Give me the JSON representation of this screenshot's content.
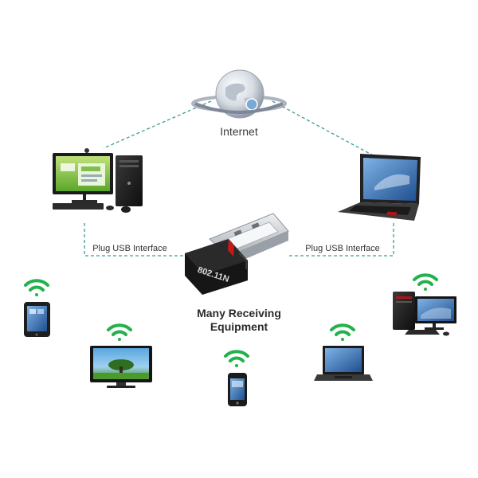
{
  "internet_label": "Internet",
  "left_interface_label": "Plug USB Interface",
  "right_interface_label": "Plug USB Interface",
  "adapter_label": "802.11N",
  "receivers_label": {
    "line1": "Many Receiving",
    "line2": "Equipment"
  },
  "colors": {
    "dashed_line": "#3e9a9a",
    "wifi_green": "#22b14c",
    "adapter_body": "#1a1a1a",
    "usb_metal": "#c9cdd2",
    "screen_blue": "#2d6fb8",
    "monitor_green": "#6fbf3a"
  },
  "icons": [
    "globe-icon",
    "desktop-pc-icon",
    "laptop-icon",
    "usb-adapter-icon",
    "tablet-icon",
    "tv-icon",
    "smartphone-icon",
    "wifi-icon"
  ]
}
